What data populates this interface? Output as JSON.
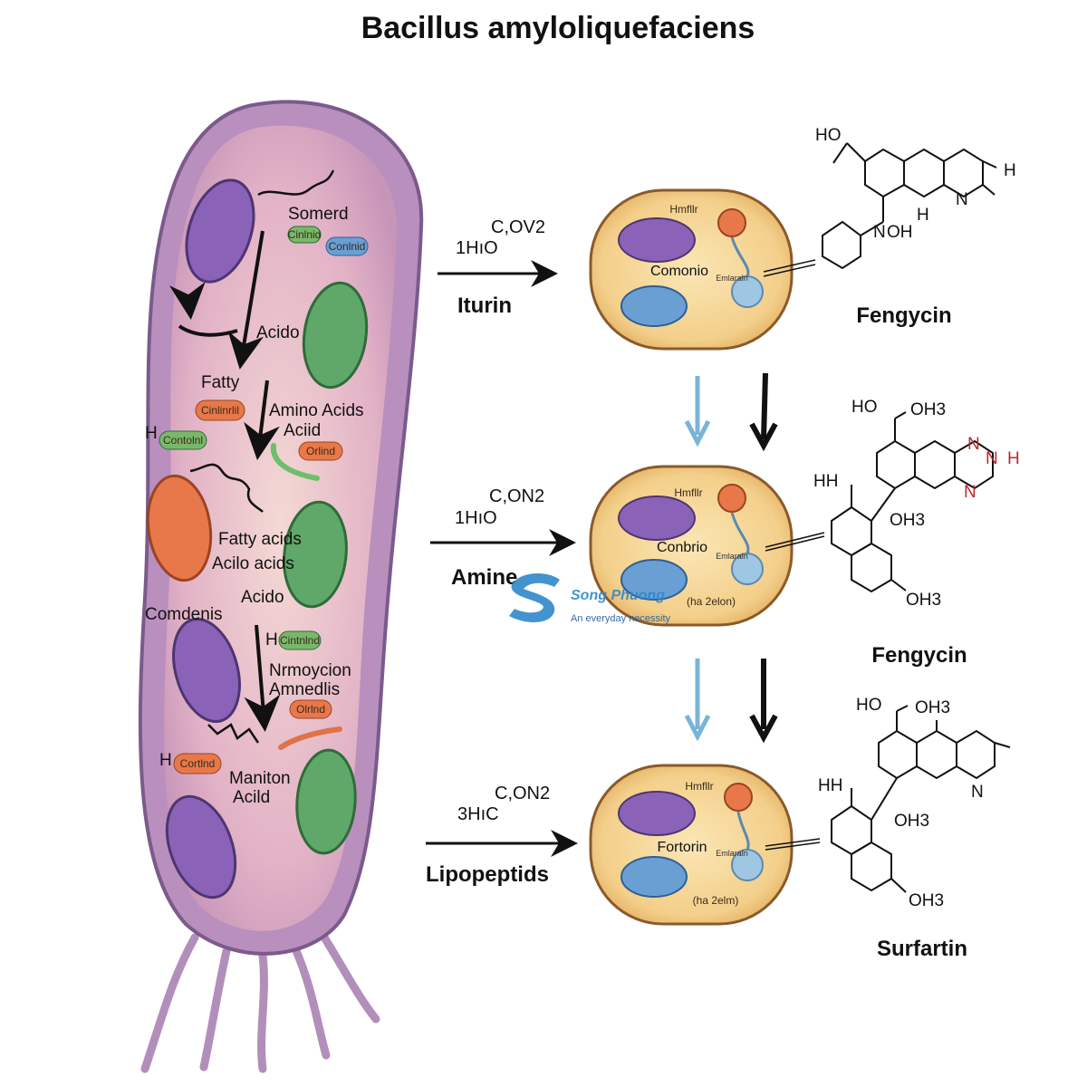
{
  "title": "Bacillus amyloliquefaciens",
  "cell_labels": {
    "somerd": "Somerd",
    "acido_top": "Acido",
    "fatty": "Fatty",
    "amino_acids": "Amino Acids",
    "aciid": "Aciid",
    "fatty_acids": "Fatty acids",
    "acilo_acids": "Acilo acids",
    "acido_mid": "Acido",
    "comdenis": "Comdenis",
    "nrmoycion": "Nrmoycion",
    "amnedlis": "Amnedlis",
    "maniton": "Maniton",
    "acild": "Acild",
    "h1": "H",
    "h2": "H",
    "h3": "H"
  },
  "cell_tags": {
    "green1": "Cinlnid",
    "blue1": "Conlnid",
    "orange1": "Cinlinrlil",
    "green2": "Contolnl",
    "orange2": "Orlind",
    "green3": "Cintnlnd",
    "orange3": "Olrlnd",
    "orange4": "Cortlnd"
  },
  "pathways": [
    {
      "formula1": "C,OV2",
      "formula2": "1HıO",
      "label": "Iturin"
    },
    {
      "formula1": "C,ON2",
      "formula2": "1HıO",
      "label": "Amine"
    },
    {
      "formula1": "C,ON2",
      "formula2": "3HıC",
      "label": "Lipopeptids"
    }
  ],
  "mini_cells": [
    {
      "top": "Hmfllr",
      "center": "Comonio",
      "side": "Emlaraln",
      "bottom": ""
    },
    {
      "top": "Hmfllr",
      "center": "Conbrio",
      "side": "Emlaraln",
      "bottom": "(ha 2elon)"
    },
    {
      "top": "Hmfllr",
      "center": "Fortorin",
      "side": "Emlaraln",
      "bottom": "(ha 2elm)"
    }
  ],
  "molecules": [
    {
      "name": "Fengycin",
      "atoms": [
        "HO",
        "H",
        "H",
        "N",
        "N",
        "OH"
      ]
    },
    {
      "name": "Fengycin",
      "atoms": [
        "HO",
        "OH3",
        "HH",
        "OH3",
        "OH3",
        "N",
        "N",
        "H",
        "N"
      ]
    },
    {
      "name": "Surfartin",
      "atoms": [
        "HO",
        "OH3",
        "HH",
        "OH3",
        "OH3",
        "N"
      ]
    }
  ],
  "watermark": {
    "brand": "Song Phuong",
    "tagline": "An everyday necessity"
  },
  "colors": {
    "cell_body": "#b98fbd",
    "cytoplasm": "#d9a8c4",
    "purple_organelle": "#8a63b8",
    "green_organelle": "#5fa86a",
    "orange_organelle": "#e8784a",
    "blue_organelle": "#6a9fd4",
    "mini_cell": "#f0c57e",
    "arrow_blue": "#79b4d6"
  }
}
